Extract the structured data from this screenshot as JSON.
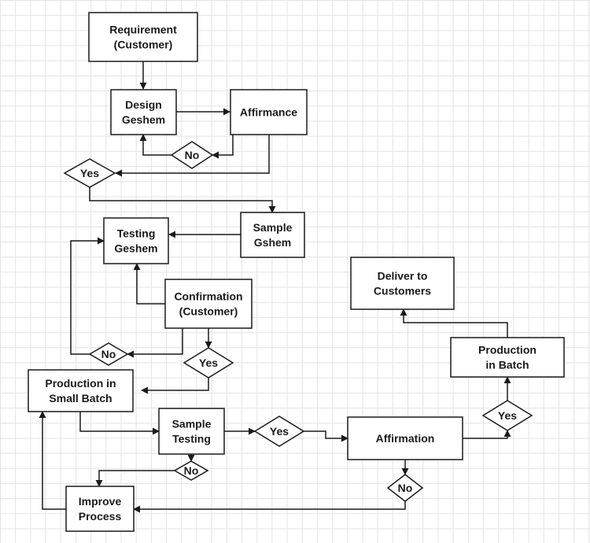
{
  "nodes": {
    "requirement": [
      "Requirement",
      "(Customer)"
    ],
    "design_geshem": [
      "Design",
      "Geshem"
    ],
    "affirmance": [
      "Affirmance"
    ],
    "sample_gshem": [
      "Sample",
      "Gshem"
    ],
    "testing_geshem": [
      "Testing",
      "Geshem"
    ],
    "confirmation": [
      "Confirmation",
      "(Customer)"
    ],
    "production_small_batch": [
      "Production in",
      "Small Batch"
    ],
    "sample_testing": [
      "Sample",
      "Testing"
    ],
    "affirmation": [
      "Affirmation"
    ],
    "improve_process": [
      "Improve",
      "Process"
    ],
    "production_in_batch": [
      "Production",
      "in Batch"
    ],
    "deliver_to_customers": [
      "Deliver to",
      "Customers"
    ]
  },
  "decisions": {
    "d_no_1": "No",
    "d_yes_1": "Yes",
    "d_no_2": "No",
    "d_yes_2": "Yes",
    "d_yes_3": "Yes",
    "d_no_3": "No",
    "d_no_4": "No",
    "d_yes_4": "Yes"
  }
}
